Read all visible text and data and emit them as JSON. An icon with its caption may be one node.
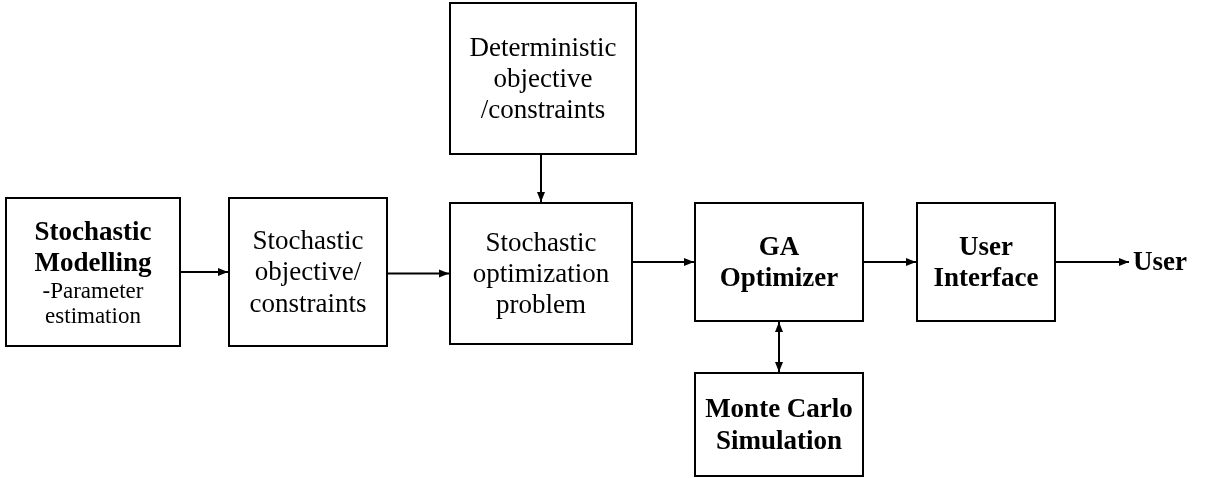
{
  "diagram": {
    "nodes": [
      {
        "text": [
          "Stochastic Modelling",
          "-Parameter estimation"
        ]
      },
      {
        "text": [
          "Stochastic objective/ constraints"
        ]
      },
      {
        "text": [
          "Deterministic objective /constraints"
        ]
      },
      {
        "text": [
          "Stochastic optimization problem"
        ]
      },
      {
        "text": [
          "GA Optimizer"
        ]
      },
      {
        "text": [
          "User Interface"
        ]
      },
      {
        "text": [
          "User"
        ]
      },
      {
        "text": [
          "Monte Carlo Simulation"
        ]
      }
    ],
    "edges": [
      {
        "from": 0,
        "to": 1,
        "arrow": "to"
      },
      {
        "from": 1,
        "to": 3,
        "arrow": "to"
      },
      {
        "from": 2,
        "to": 3,
        "arrow": "to"
      },
      {
        "from": 3,
        "to": 4,
        "arrow": "to"
      },
      {
        "from": 4,
        "to": 5,
        "arrow": "to"
      },
      {
        "from": 5,
        "to": 6,
        "arrow": "to"
      },
      {
        "from": 4,
        "to": 7,
        "arrow": "both"
      }
    ]
  }
}
